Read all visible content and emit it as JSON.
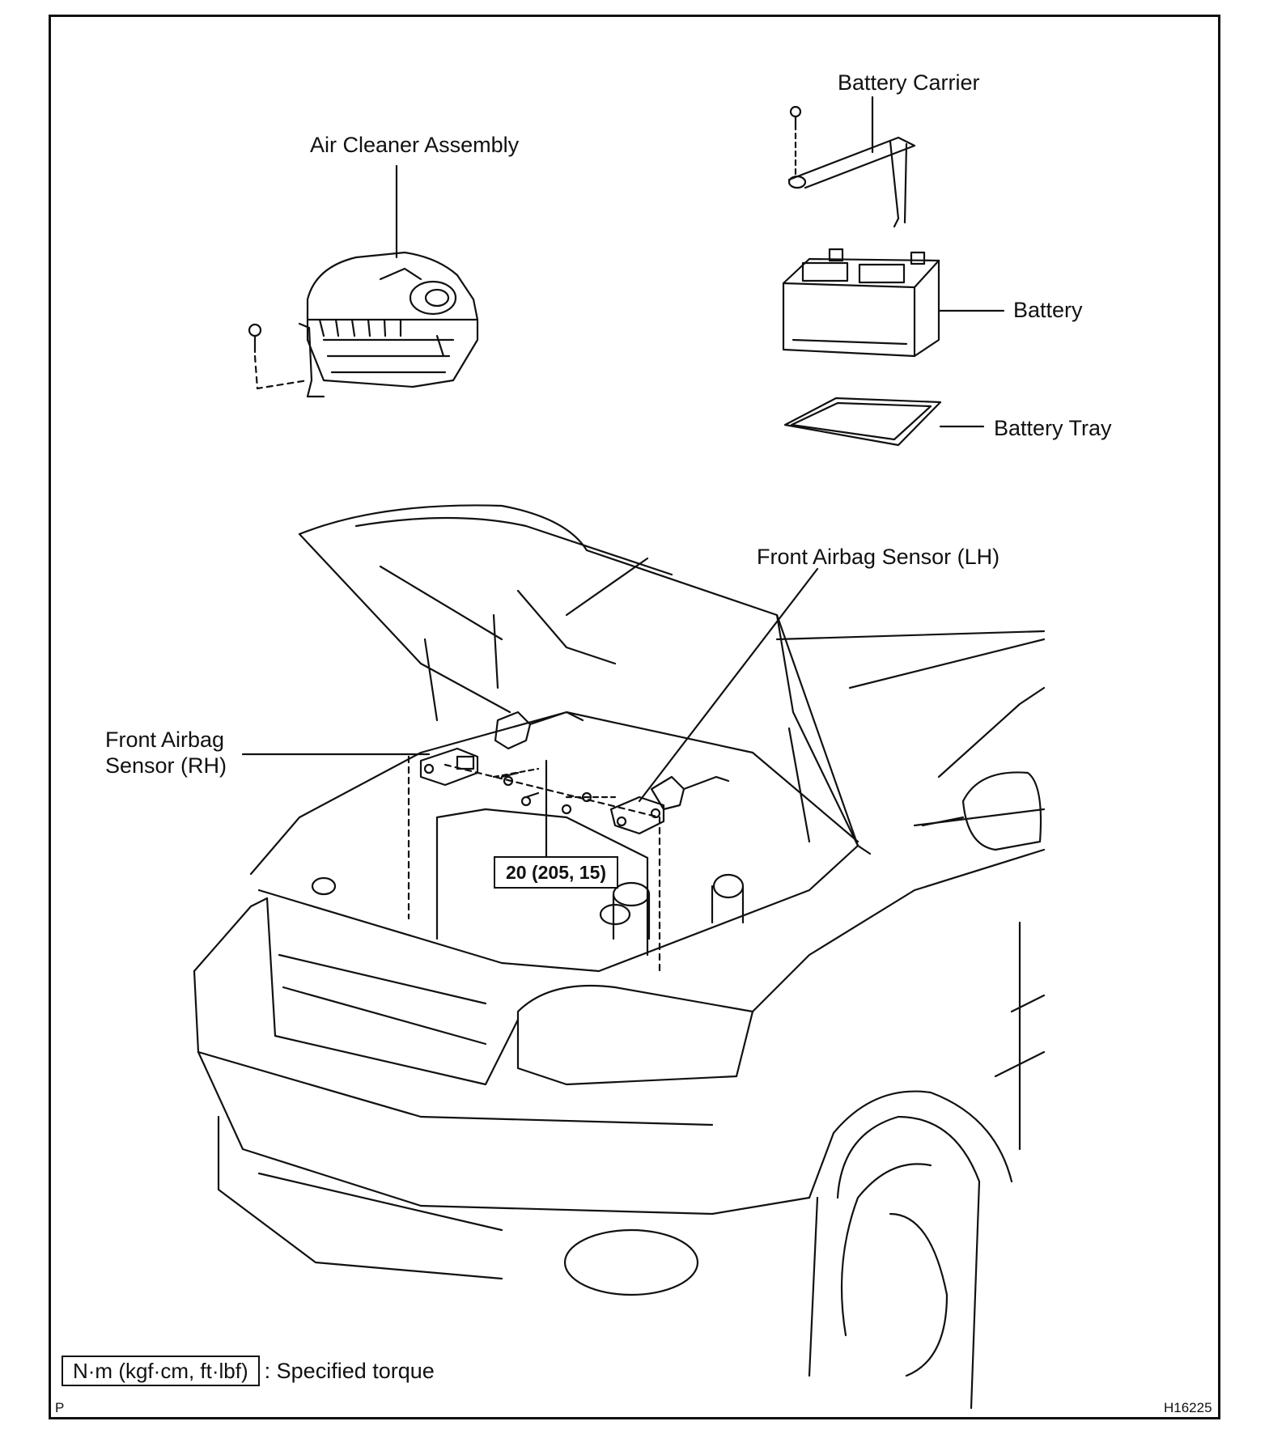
{
  "labels": {
    "air_cleaner": "Air Cleaner Assembly",
    "battery_carrier": "Battery Carrier",
    "battery": "Battery",
    "battery_tray": "Battery Tray",
    "airbag_lh": "Front Airbag Sensor (LH)",
    "airbag_rh_line1": "Front Airbag",
    "airbag_rh_line2": "Sensor (RH)"
  },
  "torque": {
    "value": "20 (205, 15)"
  },
  "legend": {
    "box": "N·m (kgf·cm, ft·lbf)",
    "text": ": Specified torque"
  },
  "footer": {
    "left": "P",
    "right": "H16225"
  }
}
